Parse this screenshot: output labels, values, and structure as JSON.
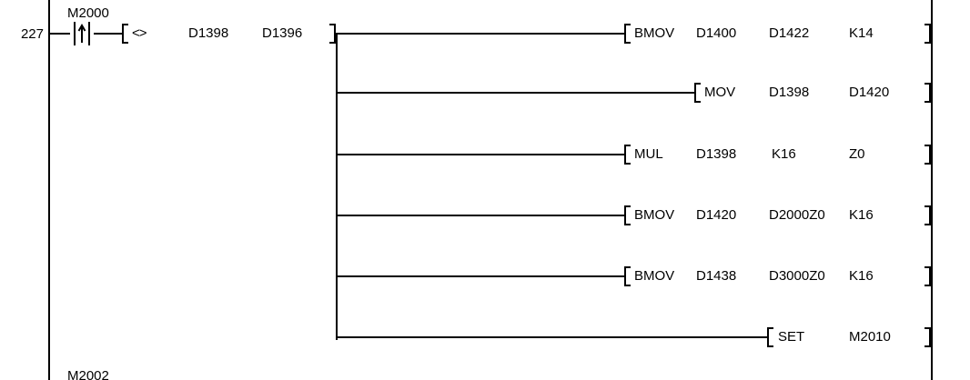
{
  "diagram": {
    "type": "ladder-logic",
    "step_number": "227",
    "left_rail_present": true,
    "right_rail_present": true,
    "colors": {
      "line": "#000000",
      "text": "#000000",
      "background": "#ffffff"
    }
  },
  "rung": {
    "input": {
      "contact": {
        "label": "M2000",
        "type": "rising-edge-contact",
        "symbol": "↑"
      },
      "compare": {
        "operator": "<>",
        "operand1": "D1398",
        "operand2": "D1396"
      }
    },
    "outputs": [
      {
        "mnemonic": "BMOV",
        "operands": [
          "D1400",
          "D1422",
          "K14"
        ]
      },
      {
        "mnemonic": "MOV",
        "operands": [
          "D1398",
          "D1420"
        ]
      },
      {
        "mnemonic": "MUL",
        "operands": [
          "D1398",
          "K16",
          "Z0"
        ]
      },
      {
        "mnemonic": "BMOV",
        "operands": [
          "D1420",
          "D2000Z0",
          "K16"
        ]
      },
      {
        "mnemonic": "BMOV",
        "operands": [
          "D1438",
          "D3000Z0",
          "K16"
        ]
      },
      {
        "mnemonic": "SET",
        "operands": [
          "M2010"
        ]
      }
    ]
  },
  "next_rung": {
    "contact_label": "M2002"
  }
}
